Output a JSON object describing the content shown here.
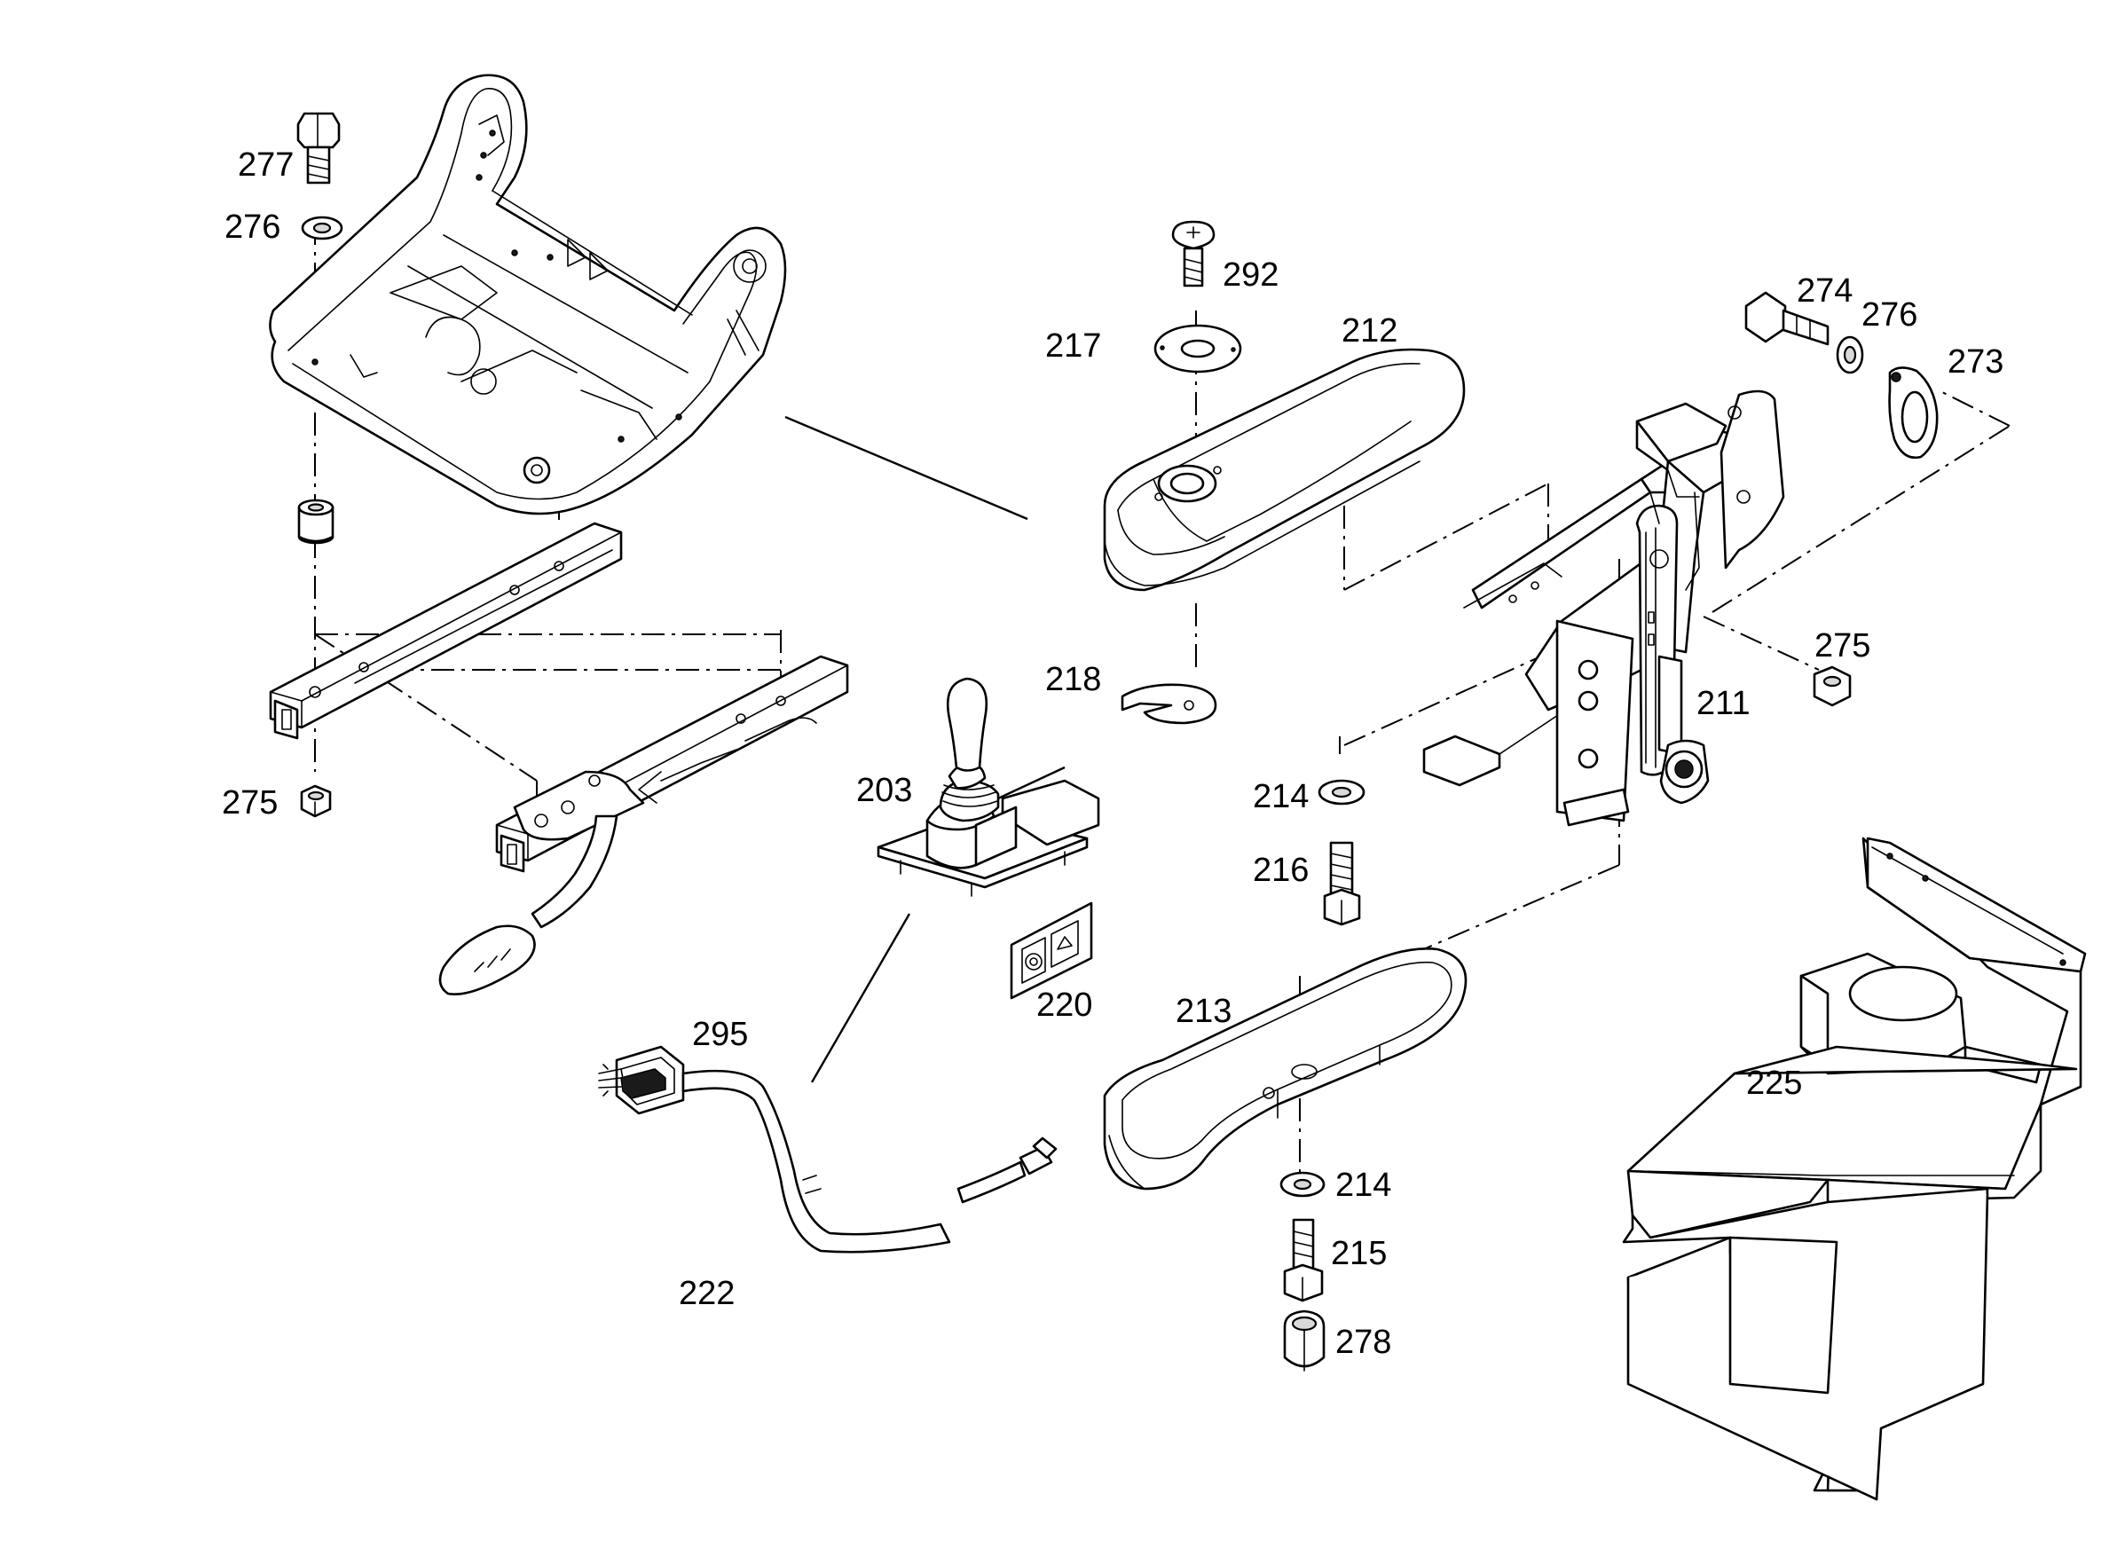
{
  "callouts": {
    "c277": "277",
    "c276a": "276",
    "c275a": "275",
    "c292": "292",
    "c217": "217",
    "c212": "212",
    "c218": "218",
    "c203": "203",
    "c220": "220",
    "c295": "295",
    "c222": "222",
    "c213": "213",
    "c214a": "214",
    "c216": "216",
    "c214b": "214",
    "c215": "215",
    "c278": "278",
    "c274": "274",
    "c276b": "276",
    "c273": "273",
    "c275b": "275",
    "c211": "211",
    "c225": "225"
  }
}
